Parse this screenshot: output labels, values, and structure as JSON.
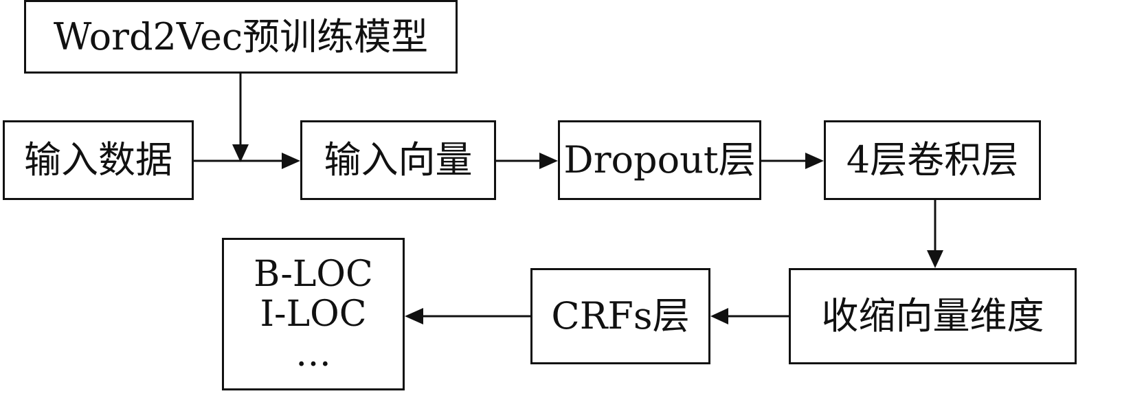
{
  "nodes": {
    "word2vec": "Word2Vec预训练模型",
    "input_data": "输入数据",
    "input_vector": "输入向量",
    "dropout": "Dropout层",
    "conv": "4层卷积层",
    "reduce_dim": "收缩向量维度",
    "crfs": "CRFs层",
    "output": {
      "line1": "B-LOC",
      "line2": "I-LOC",
      "line3": "…"
    }
  }
}
